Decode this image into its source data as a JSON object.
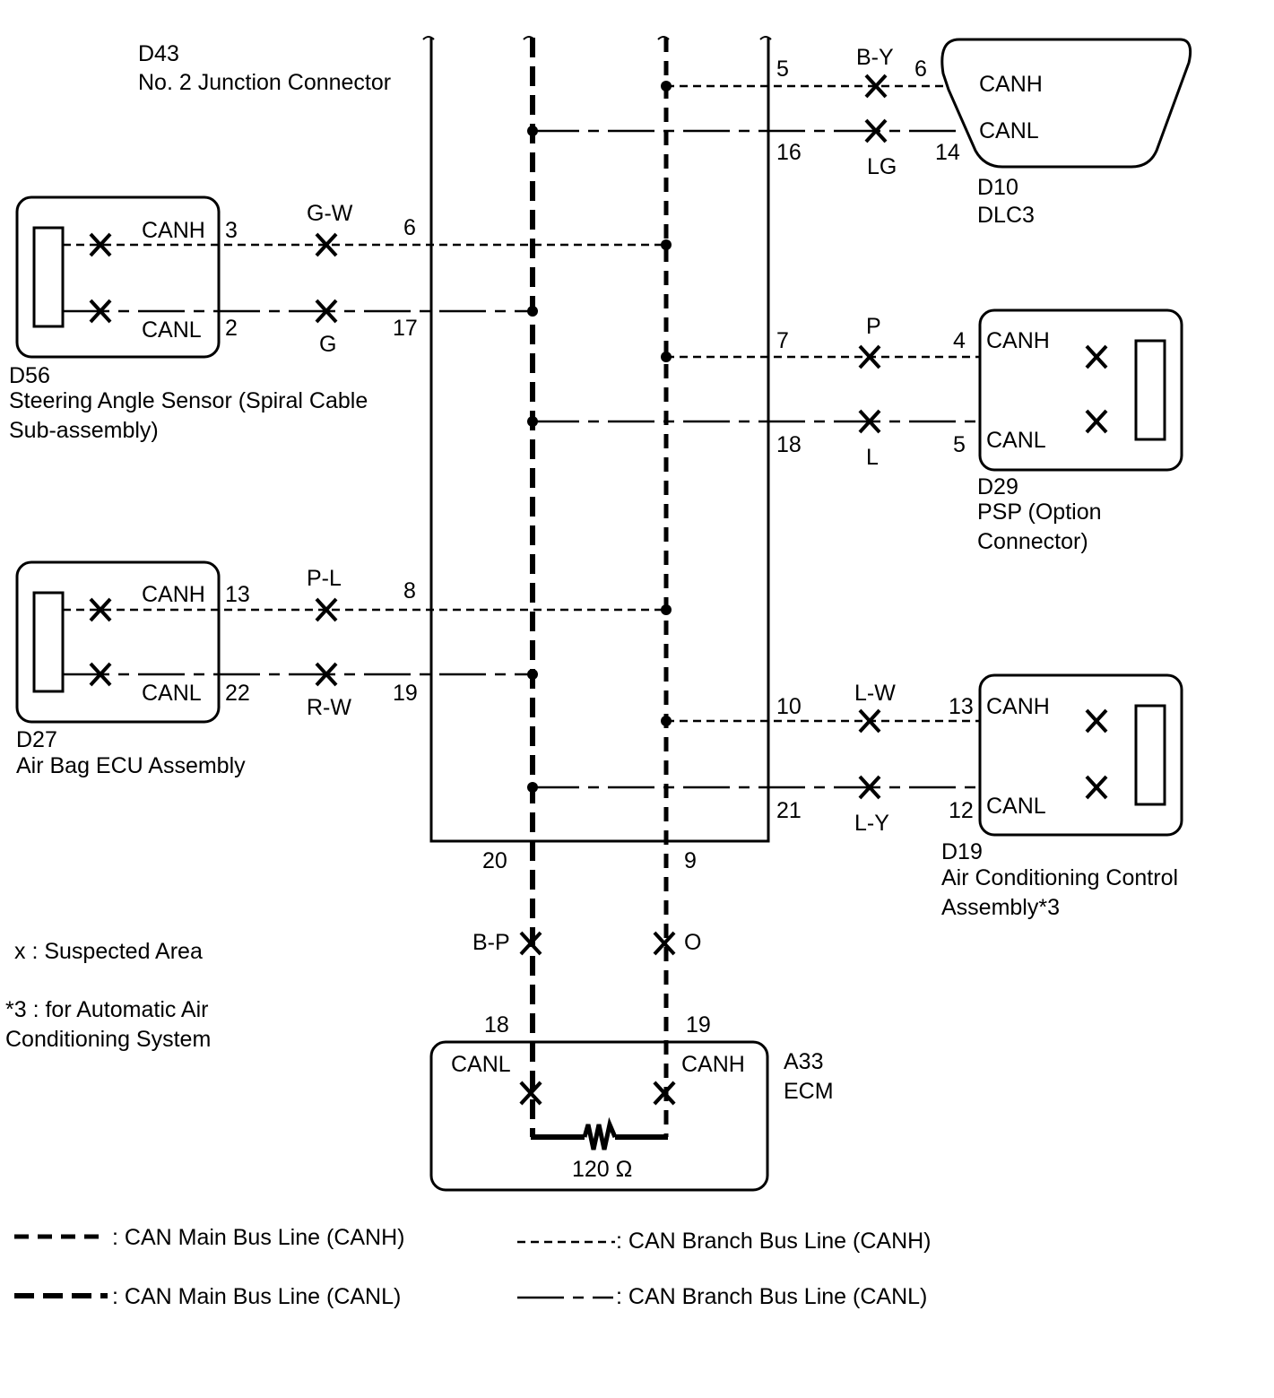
{
  "junction": {
    "code": "D43",
    "name": "No. 2 Junction Connector"
  },
  "dlc3": {
    "code": "D10",
    "name": "DLC3",
    "canh": "CANH",
    "canl": "CANL",
    "junction_pin_h": "5",
    "junction_pin_l": "16",
    "wire_h": "B-Y",
    "wire_l": "LG",
    "pin_h": "6",
    "pin_l": "14"
  },
  "steering": {
    "code": "D56",
    "name_line1": "Steering Angle Sensor (Spiral Cable",
    "name_line2": "Sub-assembly)",
    "canh": "CANH",
    "canl": "CANL",
    "pin_h": "3",
    "pin_l": "2",
    "wire_h": "G-W",
    "wire_l": "G",
    "junction_pin_h": "6",
    "junction_pin_l": "17"
  },
  "psp": {
    "code": "D29",
    "name_line1": "PSP (Option",
    "name_line2": "Connector)",
    "canh": "CANH",
    "canl": "CANL",
    "junction_pin_h": "7",
    "junction_pin_l": "18",
    "wire_h": "P",
    "wire_l": "L",
    "pin_h": "4",
    "pin_l": "5"
  },
  "airbag": {
    "code": "D27",
    "name": "Air Bag ECU Assembly",
    "canh": "CANH",
    "canl": "CANL",
    "pin_h": "13",
    "pin_l": "22",
    "wire_h": "P-L",
    "wire_l": "R-W",
    "junction_pin_h": "8",
    "junction_pin_l": "19"
  },
  "aircon": {
    "code": "D19",
    "name_line1": "Air Conditioning Control",
    "name_line2": "Assembly*3",
    "canh": "CANH",
    "canl": "CANL",
    "junction_pin_h": "10",
    "junction_pin_l": "21",
    "wire_h": "L-W",
    "wire_l": "L-Y",
    "pin_h": "13",
    "pin_l": "12"
  },
  "main_bus": {
    "junction_pin_l": "20",
    "junction_pin_h": "9",
    "wire_l": "B-P",
    "wire_h": "O"
  },
  "ecm": {
    "code": "A33",
    "name": "ECM",
    "pin_l": "18",
    "pin_h": "19",
    "canl": "CANL",
    "canh": "CANH",
    "resistor": "120 Ω"
  },
  "notes": {
    "suspected": "x : Suspected Area",
    "footnote_line1": "*3 : for Automatic Air",
    "footnote_line2": "Conditioning System"
  },
  "legend": {
    "main_canh": ": CAN Main Bus Line (CANH)",
    "main_canl": ": CAN Main Bus Line (CANL)",
    "branch_canh": ": CAN Branch Bus Line (CANH)",
    "branch_canl": ": CAN Branch Bus Line (CANL)"
  }
}
